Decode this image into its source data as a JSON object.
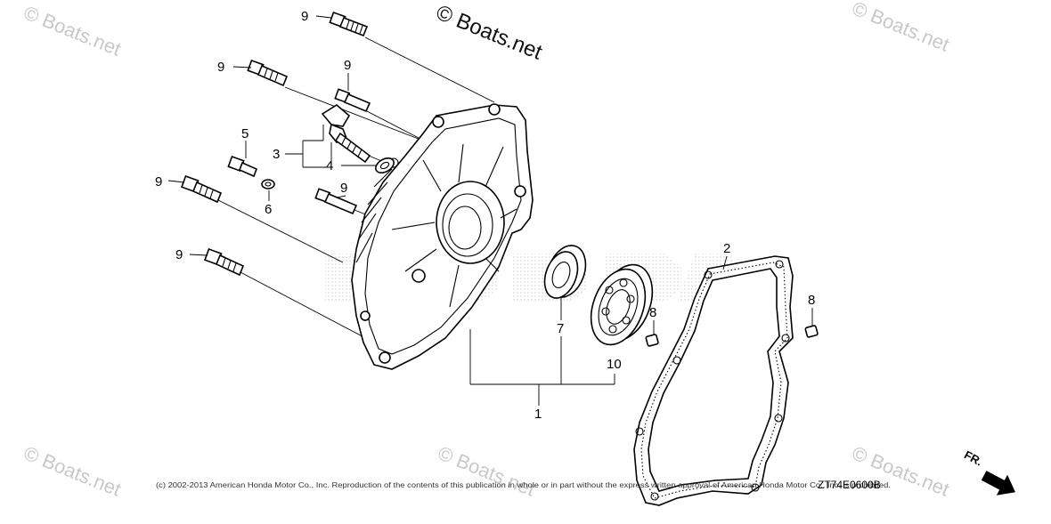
{
  "watermarks": {
    "main": "© Boats.net",
    "faint": "© Boats.net"
  },
  "callouts": {
    "n1": "1",
    "n2": "2",
    "n3": "3",
    "n4": "4",
    "n5": "5",
    "n6": "6",
    "n7": "7",
    "n8": "8",
    "n9": "9",
    "n10": "10"
  },
  "footer": {
    "copyright": "(c) 2002-2013 American Honda Motor Co., Inc. Reproduction of the contents of this publication in whole or in part without the express written approval of American Honda Motor Co., Inc. is prohibited.",
    "diagram_code": "ZT74E0600B"
  },
  "direction_indicator": {
    "label": "FR."
  }
}
